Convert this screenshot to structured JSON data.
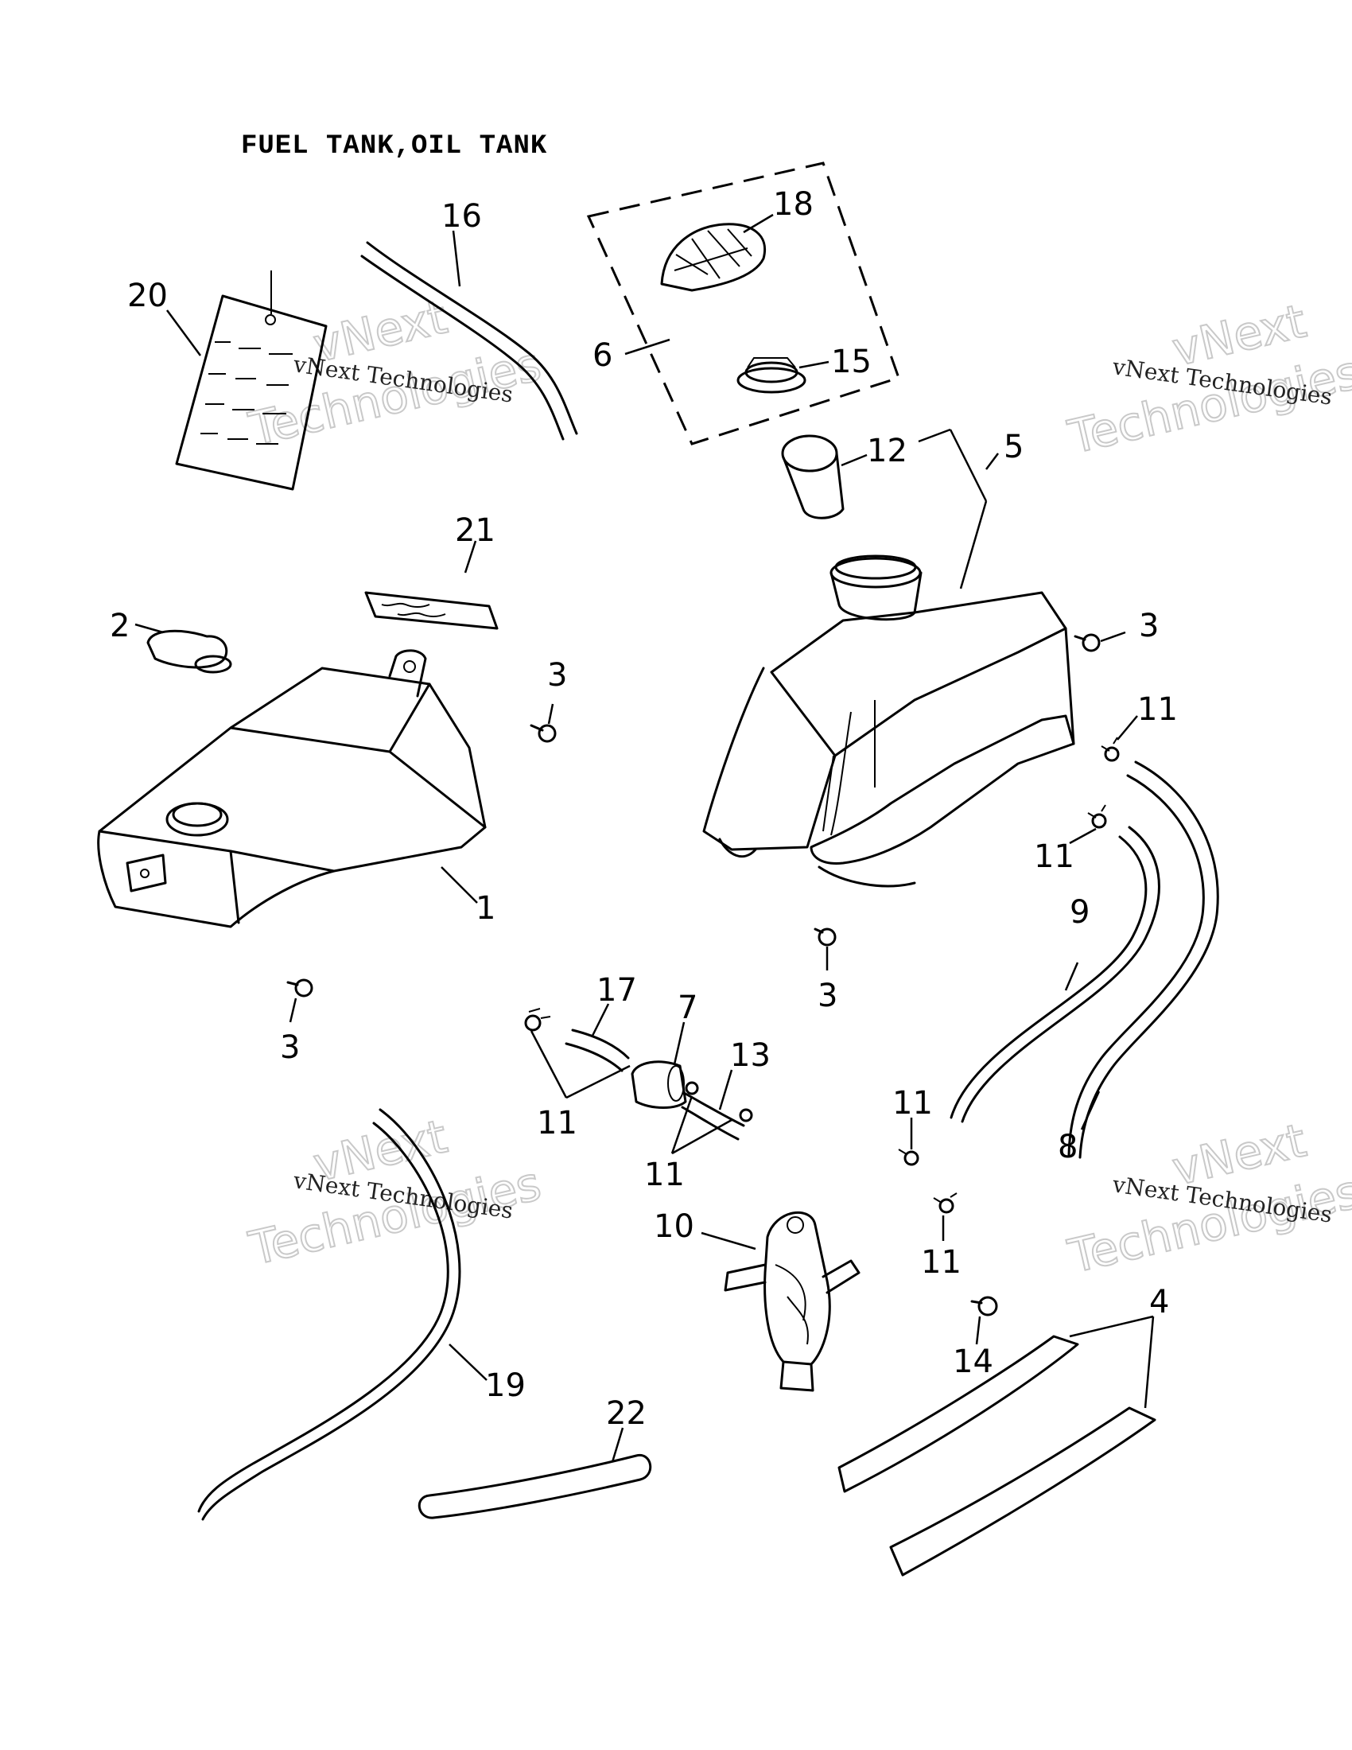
{
  "title": "FUEL TANK,OIL TANK",
  "watermark": {
    "brand_top": "vNext",
    "company": "vNext Technologies",
    "brand_bottom": "Technologies"
  },
  "callouts": [
    "1",
    "2",
    "3",
    "3",
    "3",
    "3",
    "4",
    "5",
    "6",
    "7",
    "8",
    "9",
    "10",
    "11",
    "11",
    "11",
    "11",
    "11",
    "11",
    "12",
    "13",
    "14",
    "15",
    "16",
    "17",
    "18",
    "19",
    "20",
    "21",
    "22"
  ],
  "parts": [
    {
      "number": "1",
      "icon": "oil-tank-icon"
    },
    {
      "number": "2",
      "icon": "oil-tank-cap-icon"
    },
    {
      "number": "3",
      "icon": "bolt-icon"
    },
    {
      "number": "4",
      "icon": "rubber-strip-icon"
    },
    {
      "number": "5",
      "icon": "fuel-tank-icon"
    },
    {
      "number": "6",
      "icon": "fuel-cap-assembly-icon"
    },
    {
      "number": "7",
      "icon": "fuel-filter-icon"
    },
    {
      "number": "8",
      "icon": "hose-icon"
    },
    {
      "number": "9",
      "icon": "hose-icon"
    },
    {
      "number": "10",
      "icon": "fuel-cock-icon"
    },
    {
      "number": "11",
      "icon": "hose-clip-icon"
    },
    {
      "number": "12",
      "icon": "fuel-strainer-icon"
    },
    {
      "number": "13",
      "icon": "hose-icon"
    },
    {
      "number": "14",
      "icon": "bolt-icon"
    },
    {
      "number": "15",
      "icon": "cap-gasket-icon"
    },
    {
      "number": "16",
      "icon": "breather-hose-icon"
    },
    {
      "number": "17",
      "icon": "hose-icon"
    },
    {
      "number": "18",
      "icon": "fuel-cap-icon"
    },
    {
      "number": "19",
      "icon": "oil-hose-icon"
    },
    {
      "number": "20",
      "icon": "label-tag-icon"
    },
    {
      "number": "21",
      "icon": "decal-icon"
    },
    {
      "number": "22",
      "icon": "short-hose-icon"
    }
  ]
}
